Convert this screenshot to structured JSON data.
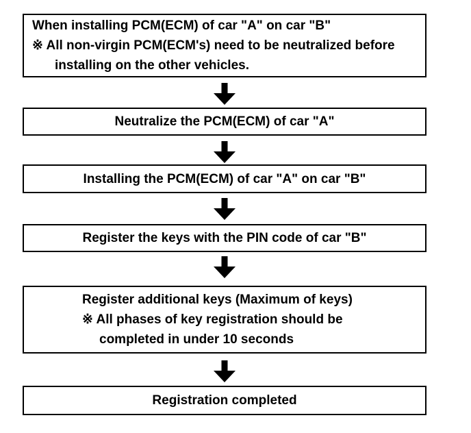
{
  "page": {
    "background": "#ffffff",
    "text_color": "#000000",
    "border_color": "#000000"
  },
  "flowchart": {
    "type": "vertical-flow",
    "steps": [
      {
        "name": "when-installing-note",
        "lines": [
          "When installing PCM(ECM) of car \"A\" on car \"B\"",
          "※ All non-virgin PCM(ECM's) need to be neutralized before",
          "installing on the other vehicles."
        ]
      },
      {
        "name": "neutralize-pcm",
        "lines": [
          "Neutralize the PCM(ECM) of car \"A\""
        ]
      },
      {
        "name": "install-pcm",
        "lines": [
          "Installing the PCM(ECM) of car \"A\" on car \"B\""
        ]
      },
      {
        "name": "register-keys-pin",
        "lines": [
          "Register the keys with the PIN code of car \"B\""
        ]
      },
      {
        "name": "register-additional-keys",
        "lines": [
          "Register additional keys (Maximum of keys)",
          "※ All phases of key registration should be",
          "completed in under 10 seconds"
        ]
      },
      {
        "name": "registration-completed",
        "lines": [
          "Registration completed"
        ]
      }
    ],
    "arrow_count": 5,
    "arrow_color": "#000000"
  }
}
